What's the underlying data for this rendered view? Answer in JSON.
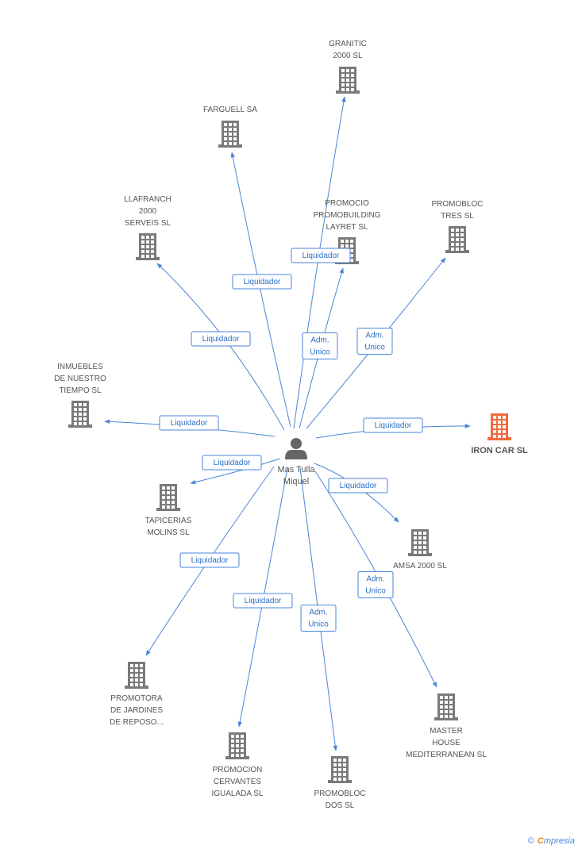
{
  "colors": {
    "edge": "#4a86d8",
    "company": "#7a7a7a",
    "highlight": "#f26a3e",
    "person": "#666666"
  },
  "center": {
    "name": "Mas Tulla Miquel",
    "label_lines": [
      "Mas Tulla",
      "Miquel"
    ],
    "icon": "person-icon"
  },
  "nodes": [
    {
      "id": "granitic",
      "label_lines": [
        "GRANITIC",
        "2000 SL"
      ],
      "icon": "building-icon",
      "highlight": false
    },
    {
      "id": "farguell",
      "label_lines": [
        "FARGUELL SA"
      ],
      "icon": "building-icon",
      "highlight": false
    },
    {
      "id": "llafranch",
      "label_lines": [
        "LLAFRANCH",
        "2000",
        "SERVEIS SL"
      ],
      "icon": "building-icon",
      "highlight": false
    },
    {
      "id": "promocio",
      "label_lines": [
        "PROMOCIO",
        "PROMOBUILDING",
        "LAYRET SL"
      ],
      "icon": "building-icon",
      "highlight": false
    },
    {
      "id": "promobloc-tres",
      "label_lines": [
        "PROMOBLOC",
        "TRES SL"
      ],
      "icon": "building-icon",
      "highlight": false
    },
    {
      "id": "inmuebles",
      "label_lines": [
        "INMUEBLES",
        "DE NUESTRO",
        "TIEMPO SL"
      ],
      "icon": "building-icon",
      "highlight": false
    },
    {
      "id": "iron-car",
      "label_lines": [
        "IRON CAR SL"
      ],
      "icon": "building-icon",
      "highlight": true
    },
    {
      "id": "tapicerias",
      "label_lines": [
        "TAPICERIAS",
        "MOLINS  SL"
      ],
      "icon": "building-icon",
      "highlight": false
    },
    {
      "id": "amsa",
      "label_lines": [
        "AMSA 2000 SL"
      ],
      "icon": "building-icon",
      "highlight": false
    },
    {
      "id": "promotora",
      "label_lines": [
        "PROMOTORA",
        "DE JARDINES",
        "DE REPOSO..."
      ],
      "icon": "building-icon",
      "highlight": false
    },
    {
      "id": "master-house",
      "label_lines": [
        "MASTER",
        "HOUSE",
        "MEDITERRANEAN SL"
      ],
      "icon": "building-icon",
      "highlight": false
    },
    {
      "id": "promocion-cervantes",
      "label_lines": [
        "PROMOCION",
        "CERVANTES",
        "IGUALADA SL"
      ],
      "icon": "building-icon",
      "highlight": false
    },
    {
      "id": "promobloc-dos",
      "label_lines": [
        "PROMOBLOC",
        "DOS SL"
      ],
      "icon": "building-icon",
      "highlight": false
    }
  ],
  "edges": [
    {
      "to": "granitic",
      "label_lines": [
        "Liquidador"
      ]
    },
    {
      "to": "farguell",
      "label_lines": [
        "Liquidador"
      ]
    },
    {
      "to": "llafranch",
      "label_lines": [
        "Liquidador"
      ]
    },
    {
      "to": "promocio",
      "label_lines": [
        "Adm.",
        "Unico"
      ]
    },
    {
      "to": "promobloc-tres",
      "label_lines": [
        "Adm.",
        "Unico"
      ]
    },
    {
      "to": "inmuebles",
      "label_lines": [
        "Liquidador"
      ]
    },
    {
      "to": "iron-car",
      "label_lines": [
        "Liquidador"
      ]
    },
    {
      "to": "tapicerias",
      "label_lines": [
        "Liquidador"
      ]
    },
    {
      "to": "amsa",
      "label_lines": [
        "Liquidador"
      ]
    },
    {
      "to": "promotora",
      "label_lines": [
        "Liquidador"
      ]
    },
    {
      "to": "master-house",
      "label_lines": [
        "Adm.",
        "Unico"
      ]
    },
    {
      "to": "promocion-cervantes",
      "label_lines": [
        "Liquidador"
      ]
    },
    {
      "to": "promobloc-dos",
      "label_lines": [
        "Adm.",
        "Unico"
      ]
    }
  ],
  "footer": {
    "copyright": "©",
    "brand_initial": "C",
    "brand_rest": "mpresia"
  }
}
